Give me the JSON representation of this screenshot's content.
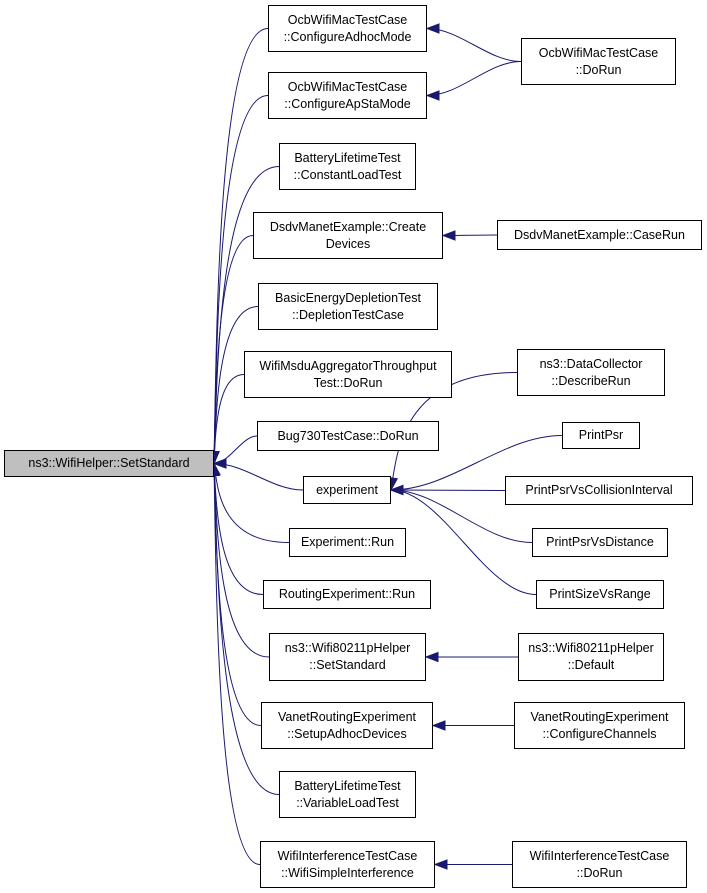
{
  "colors": {
    "edge": "#191970",
    "focus_fill": "#bfbfbf",
    "node_border": "#000000"
  },
  "nodes": {
    "setstandard": {
      "line1": "ns3::WifiHelper::SetStandard"
    },
    "ocb_adhoc": {
      "line1": "OcbWifiMacTestCase",
      "line2": "::ConfigureAdhocMode"
    },
    "ocb_apsta": {
      "line1": "OcbWifiMacTestCase",
      "line2": "::ConfigureApStaMode"
    },
    "ocb_dorun": {
      "line1": "OcbWifiMacTestCase",
      "line2": "::DoRun"
    },
    "batt_const": {
      "line1": "BatteryLifetimeTest",
      "line2": "::ConstantLoadTest"
    },
    "dsdv_create": {
      "line1": "DsdvManetExample::Create",
      "line2": "Devices"
    },
    "dsdv_caserun": {
      "line1": "DsdvManetExample::CaseRun"
    },
    "energy_depl": {
      "line1": "BasicEnergyDepletionTest",
      "line2": "::DepletionTestCase"
    },
    "msdu_agg": {
      "line1": "WifiMsduAggregatorThroughput",
      "line2": "Test::DoRun"
    },
    "bug730": {
      "line1": "Bug730TestCase::DoRun"
    },
    "experiment": {
      "line1": "experiment"
    },
    "datacollector": {
      "line1": "ns3::DataCollector",
      "line2": "::DescribeRun"
    },
    "printpsr": {
      "line1": "PrintPsr"
    },
    "printpsr_coll": {
      "line1": "PrintPsrVsCollisionInterval"
    },
    "printpsr_dist": {
      "line1": "PrintPsrVsDistance"
    },
    "printsize": {
      "line1": "PrintSizeVsRange"
    },
    "exp_run": {
      "line1": "Experiment::Run"
    },
    "routing_run": {
      "line1": "RoutingExperiment::Run"
    },
    "w80211p_set": {
      "line1": "ns3::Wifi80211pHelper",
      "line2": "::SetStandard"
    },
    "w80211p_def": {
      "line1": "ns3::Wifi80211pHelper",
      "line2": "::Default"
    },
    "vanet_setup": {
      "line1": "VanetRoutingExperiment",
      "line2": "::SetupAdhocDevices"
    },
    "vanet_config": {
      "line1": "VanetRoutingExperiment",
      "line2": "::ConfigureChannels"
    },
    "batt_var": {
      "line1": "BatteryLifetimeTest",
      "line2": "::VariableLoadTest"
    },
    "wifiint_simple": {
      "line1": "WifiInterferenceTestCase",
      "line2": "::WifiSimpleInterference"
    },
    "wifiint_dorun": {
      "line1": "WifiInterferenceTestCase",
      "line2": "::DoRun"
    }
  },
  "edges": [
    {
      "from": "ocb_adhoc",
      "to": "setstandard"
    },
    {
      "from": "ocb_apsta",
      "to": "setstandard"
    },
    {
      "from": "batt_const",
      "to": "setstandard"
    },
    {
      "from": "dsdv_create",
      "to": "setstandard"
    },
    {
      "from": "energy_depl",
      "to": "setstandard"
    },
    {
      "from": "msdu_agg",
      "to": "setstandard"
    },
    {
      "from": "bug730",
      "to": "setstandard"
    },
    {
      "from": "experiment",
      "to": "setstandard"
    },
    {
      "from": "exp_run",
      "to": "setstandard"
    },
    {
      "from": "routing_run",
      "to": "setstandard"
    },
    {
      "from": "w80211p_set",
      "to": "setstandard"
    },
    {
      "from": "vanet_setup",
      "to": "setstandard"
    },
    {
      "from": "batt_var",
      "to": "setstandard"
    },
    {
      "from": "wifiint_simple",
      "to": "setstandard"
    },
    {
      "from": "ocb_dorun",
      "to": "ocb_adhoc"
    },
    {
      "from": "ocb_dorun",
      "to": "ocb_apsta"
    },
    {
      "from": "dsdv_caserun",
      "to": "dsdv_create"
    },
    {
      "from": "datacollector",
      "to": "experiment"
    },
    {
      "from": "printpsr",
      "to": "experiment"
    },
    {
      "from": "printpsr_coll",
      "to": "experiment"
    },
    {
      "from": "printpsr_dist",
      "to": "experiment"
    },
    {
      "from": "printsize",
      "to": "experiment"
    },
    {
      "from": "w80211p_def",
      "to": "w80211p_set"
    },
    {
      "from": "vanet_config",
      "to": "vanet_setup"
    },
    {
      "from": "wifiint_dorun",
      "to": "wifiint_simple"
    }
  ]
}
